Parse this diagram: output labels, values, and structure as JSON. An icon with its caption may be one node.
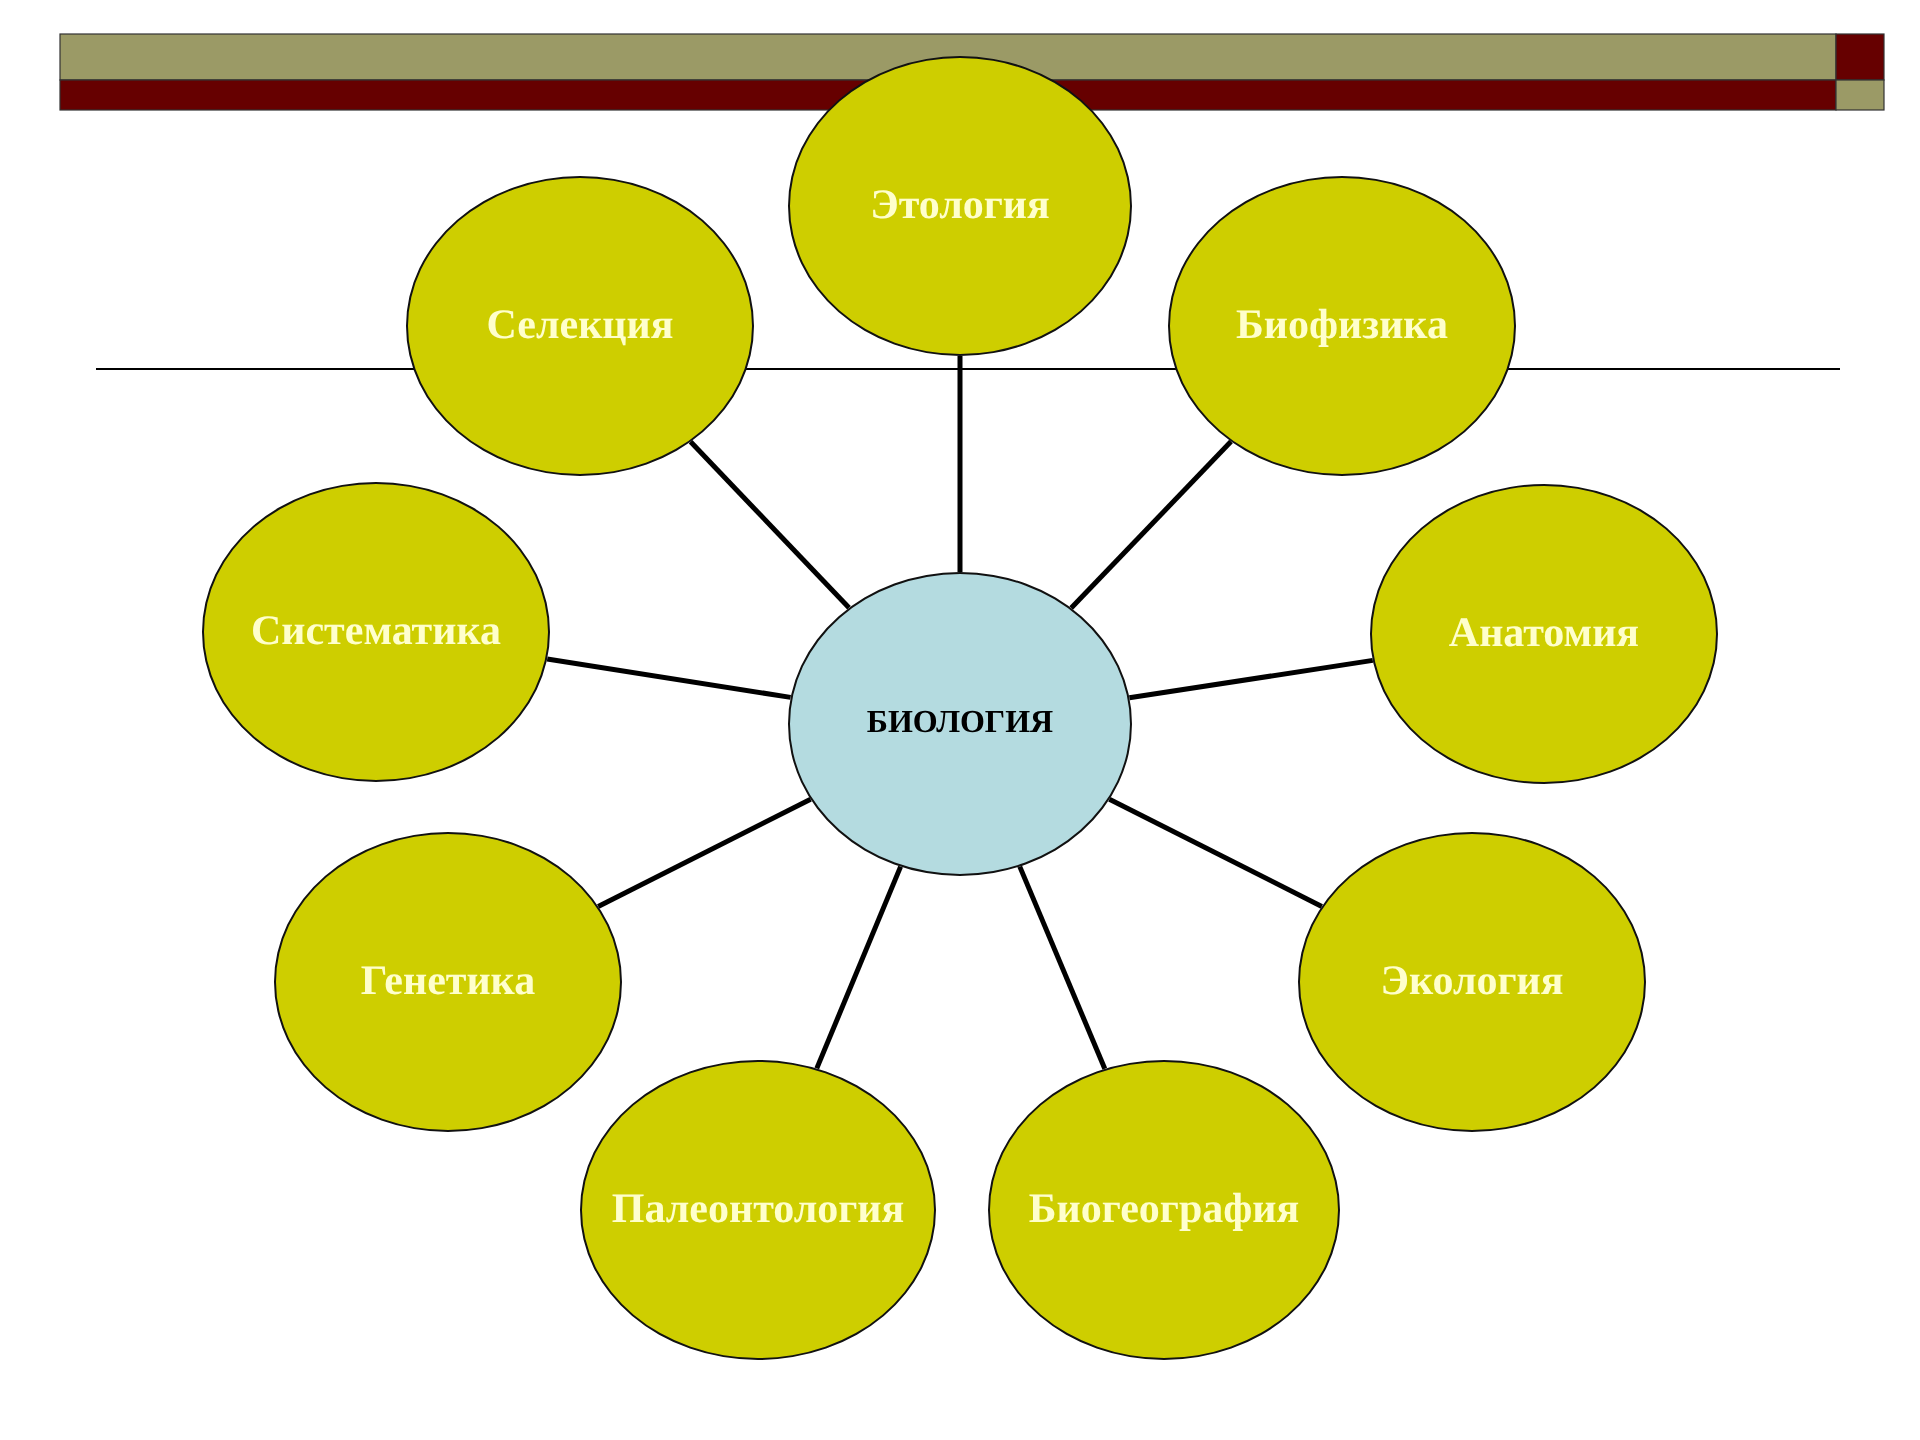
{
  "diagram": {
    "nodes": [
      {
        "text": [
          "БИОЛОГИЯ"
        ]
      },
      {
        "text": [
          "Этология"
        ]
      },
      {
        "text": [
          "Селекция"
        ]
      },
      {
        "text": [
          "Биофизика"
        ]
      },
      {
        "text": [
          "Систематика"
        ]
      },
      {
        "text": [
          "Анатомия"
        ]
      },
      {
        "text": [
          "Генетика"
        ]
      },
      {
        "text": [
          "Экология"
        ]
      },
      {
        "text": [
          "Палеонтология"
        ]
      },
      {
        "text": [
          "Биогеография"
        ]
      }
    ],
    "edges": [
      {
        "from": 0,
        "to": 1,
        "arrow": "none"
      },
      {
        "from": 0,
        "to": 2,
        "arrow": "none"
      },
      {
        "from": 0,
        "to": 3,
        "arrow": "none"
      },
      {
        "from": 0,
        "to": 4,
        "arrow": "none"
      },
      {
        "from": 0,
        "to": 5,
        "arrow": "none"
      },
      {
        "from": 0,
        "to": 6,
        "arrow": "none"
      },
      {
        "from": 0,
        "to": 7,
        "arrow": "none"
      },
      {
        "from": 0,
        "to": 8,
        "arrow": "none"
      },
      {
        "from": 0,
        "to": 9,
        "arrow": "none"
      }
    ]
  }
}
